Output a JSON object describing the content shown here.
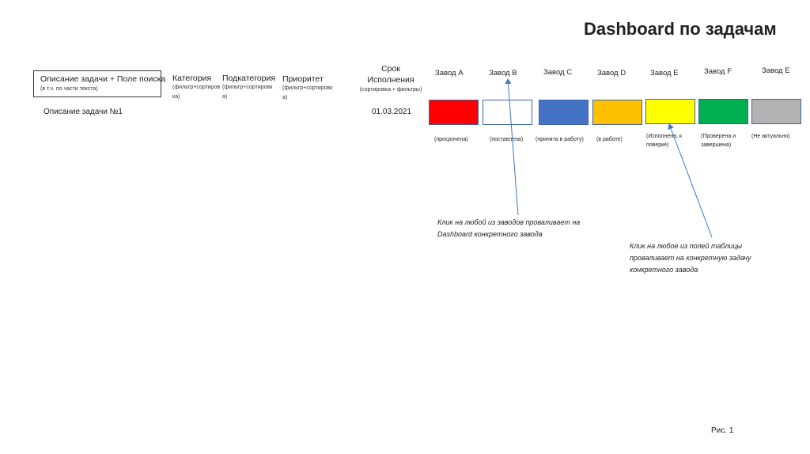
{
  "header": {
    "title": "Dashboard по задачам"
  },
  "search": {
    "label": "Описание задачи + Поле поиска",
    "hint": "(в т.ч. по части текста)"
  },
  "columns": {
    "category": {
      "label": "Категория",
      "hint": "(фильтр+сортировка)"
    },
    "subcategory": {
      "label": "Подкатегория",
      "hint": "(фильтр+сортировка)"
    },
    "priority": {
      "label": "Приоритет",
      "hint": "(фильтр+сортировка)"
    },
    "deadline": {
      "label_line1": "Срок",
      "label_line2": "Исполнения",
      "hint": "(сортировка + фильтры)"
    }
  },
  "row": {
    "description": "Описание задачи №1",
    "deadline": "01.03.2021"
  },
  "factories": [
    {
      "label": "Завод А",
      "color": "#ff0000",
      "status": "(просрочена)"
    },
    {
      "label": "Завод В",
      "color": "#ffffff",
      "status": "(поставлена)"
    },
    {
      "label": "Завод С",
      "color": "#4472c4",
      "status": "(принята в работу)"
    },
    {
      "label": "Завод D",
      "color": "#ffc000",
      "status": "(в работе)"
    },
    {
      "label": "Завод Е",
      "color": "#ffff00",
      "status": "(Исполнена, к поверке)"
    },
    {
      "label": "Завод F",
      "color": "#00b050",
      "status": "(Проверена и завершена)"
    },
    {
      "label": "Завод Е",
      "color": "#b2b2b2",
      "status": "(Не актуально)"
    }
  ],
  "notes": {
    "factory_click": "Клик на любой из заводов проваливает на Dashboard конкретного завода",
    "cell_click": "Клик на любое из полей таблицы проваливает на конкретную задачу конкретного завода"
  },
  "footer": {
    "figure": "Рис. 1"
  },
  "colors": {
    "arrow": "#4472c4",
    "swatch_border": "#3e62a5"
  }
}
